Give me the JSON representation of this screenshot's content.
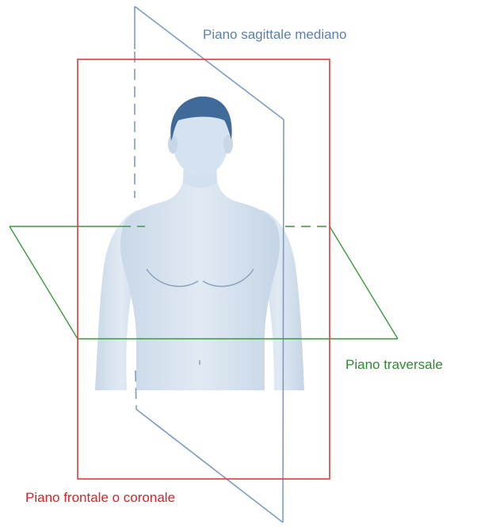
{
  "labels": {
    "sagittal": "Piano sagittale mediano",
    "transverse": "Piano traversale",
    "frontal": "Piano frontale o coronale"
  },
  "colors": {
    "sagittal": "#5b7fae",
    "sagittal_line": "#7d9cc4",
    "transverse": "#2e8b2e",
    "transverse_line": "#3a9a3a",
    "frontal": "#e02020",
    "frontal_line": "#e23a3a",
    "body_fill": "#d7e3ef",
    "body_shade": "#b9cbdd",
    "hair": "#3f6a9a",
    "skin_line": "#8aa3bf"
  }
}
